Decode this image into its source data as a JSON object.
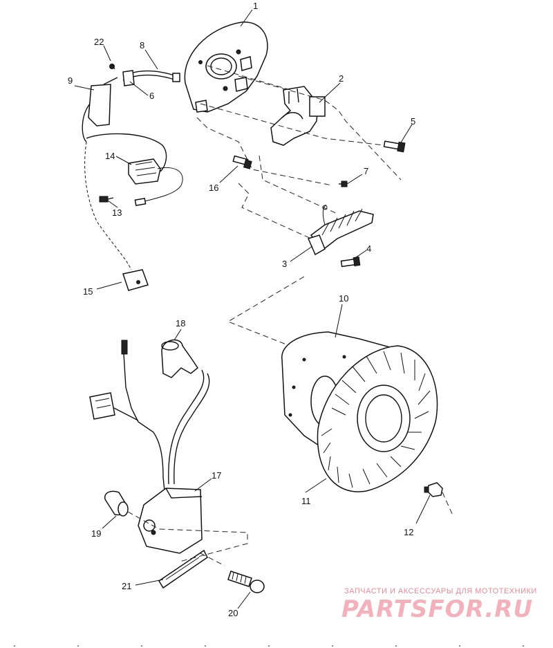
{
  "callouts": [
    "1",
    "2",
    "3",
    "4",
    "5",
    "6",
    "7",
    "8",
    "9",
    "10",
    "11",
    "12",
    "13",
    "14",
    "15",
    "16",
    "17",
    "18",
    "19",
    "20",
    "21",
    "22"
  ],
  "watermark": {
    "tagline": "ЗАПЧАСТИ И АКСЕССУАРЫ ДЛЯ МОТОТЕХНИКИ",
    "logo": "PARTSFOR.RU"
  }
}
